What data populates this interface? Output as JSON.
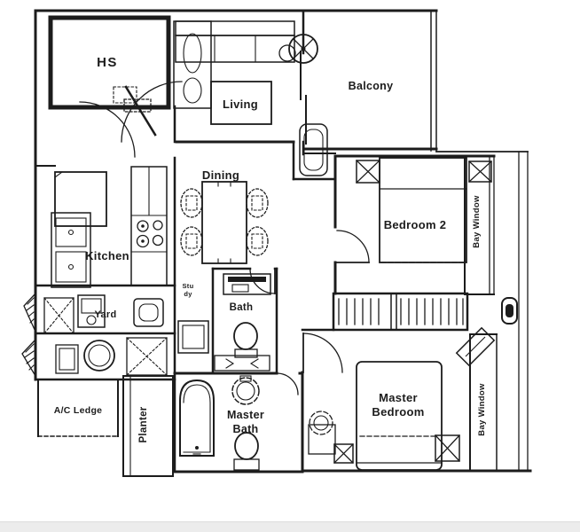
{
  "rooms": {
    "hs": {
      "label": "HS"
    },
    "living": {
      "label": "Living"
    },
    "balcony": {
      "label": "Balcony"
    },
    "dining": {
      "label": "Dining"
    },
    "kitchen": {
      "label": "Kitchen"
    },
    "bedroom2": {
      "label": "Bedroom 2"
    },
    "bay_window_upper": {
      "label": "Bay Window"
    },
    "bay_window_lower": {
      "label": "Bay Window"
    },
    "yard": {
      "label": "Yard"
    },
    "study": {
      "label_line1": "Stu",
      "label_line2": "dy"
    },
    "bath": {
      "label": "Bath"
    },
    "master_bath": {
      "label_line1": "Master",
      "label_line2": "Bath"
    },
    "master_bedroom": {
      "label_line1": "Master",
      "label_line2": "Bedroom"
    },
    "planter": {
      "label": "Planter"
    },
    "ac_ledge": {
      "label": "A/C Ledge"
    }
  },
  "colors": {
    "line": "#1c1c1c",
    "background": "#ffffff",
    "page_edge": "#ececec"
  }
}
